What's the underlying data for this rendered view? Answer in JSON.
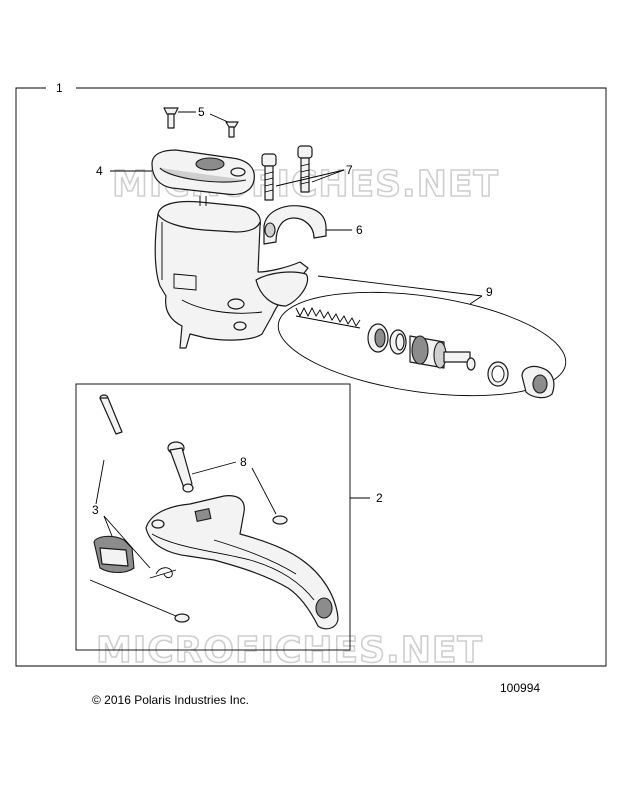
{
  "callouts": {
    "c1": "1",
    "c2": "2",
    "c3": "3",
    "c4": "4",
    "c5": "5",
    "c6": "6",
    "c7": "7",
    "c8": "8",
    "c9": "9"
  },
  "watermark": {
    "top": "MICROFICHES.NET",
    "bottom": "MICROFICHES.NET"
  },
  "footer": {
    "copyright": "© 2016 Polaris Industries Inc.",
    "diagram_number": "100994"
  }
}
